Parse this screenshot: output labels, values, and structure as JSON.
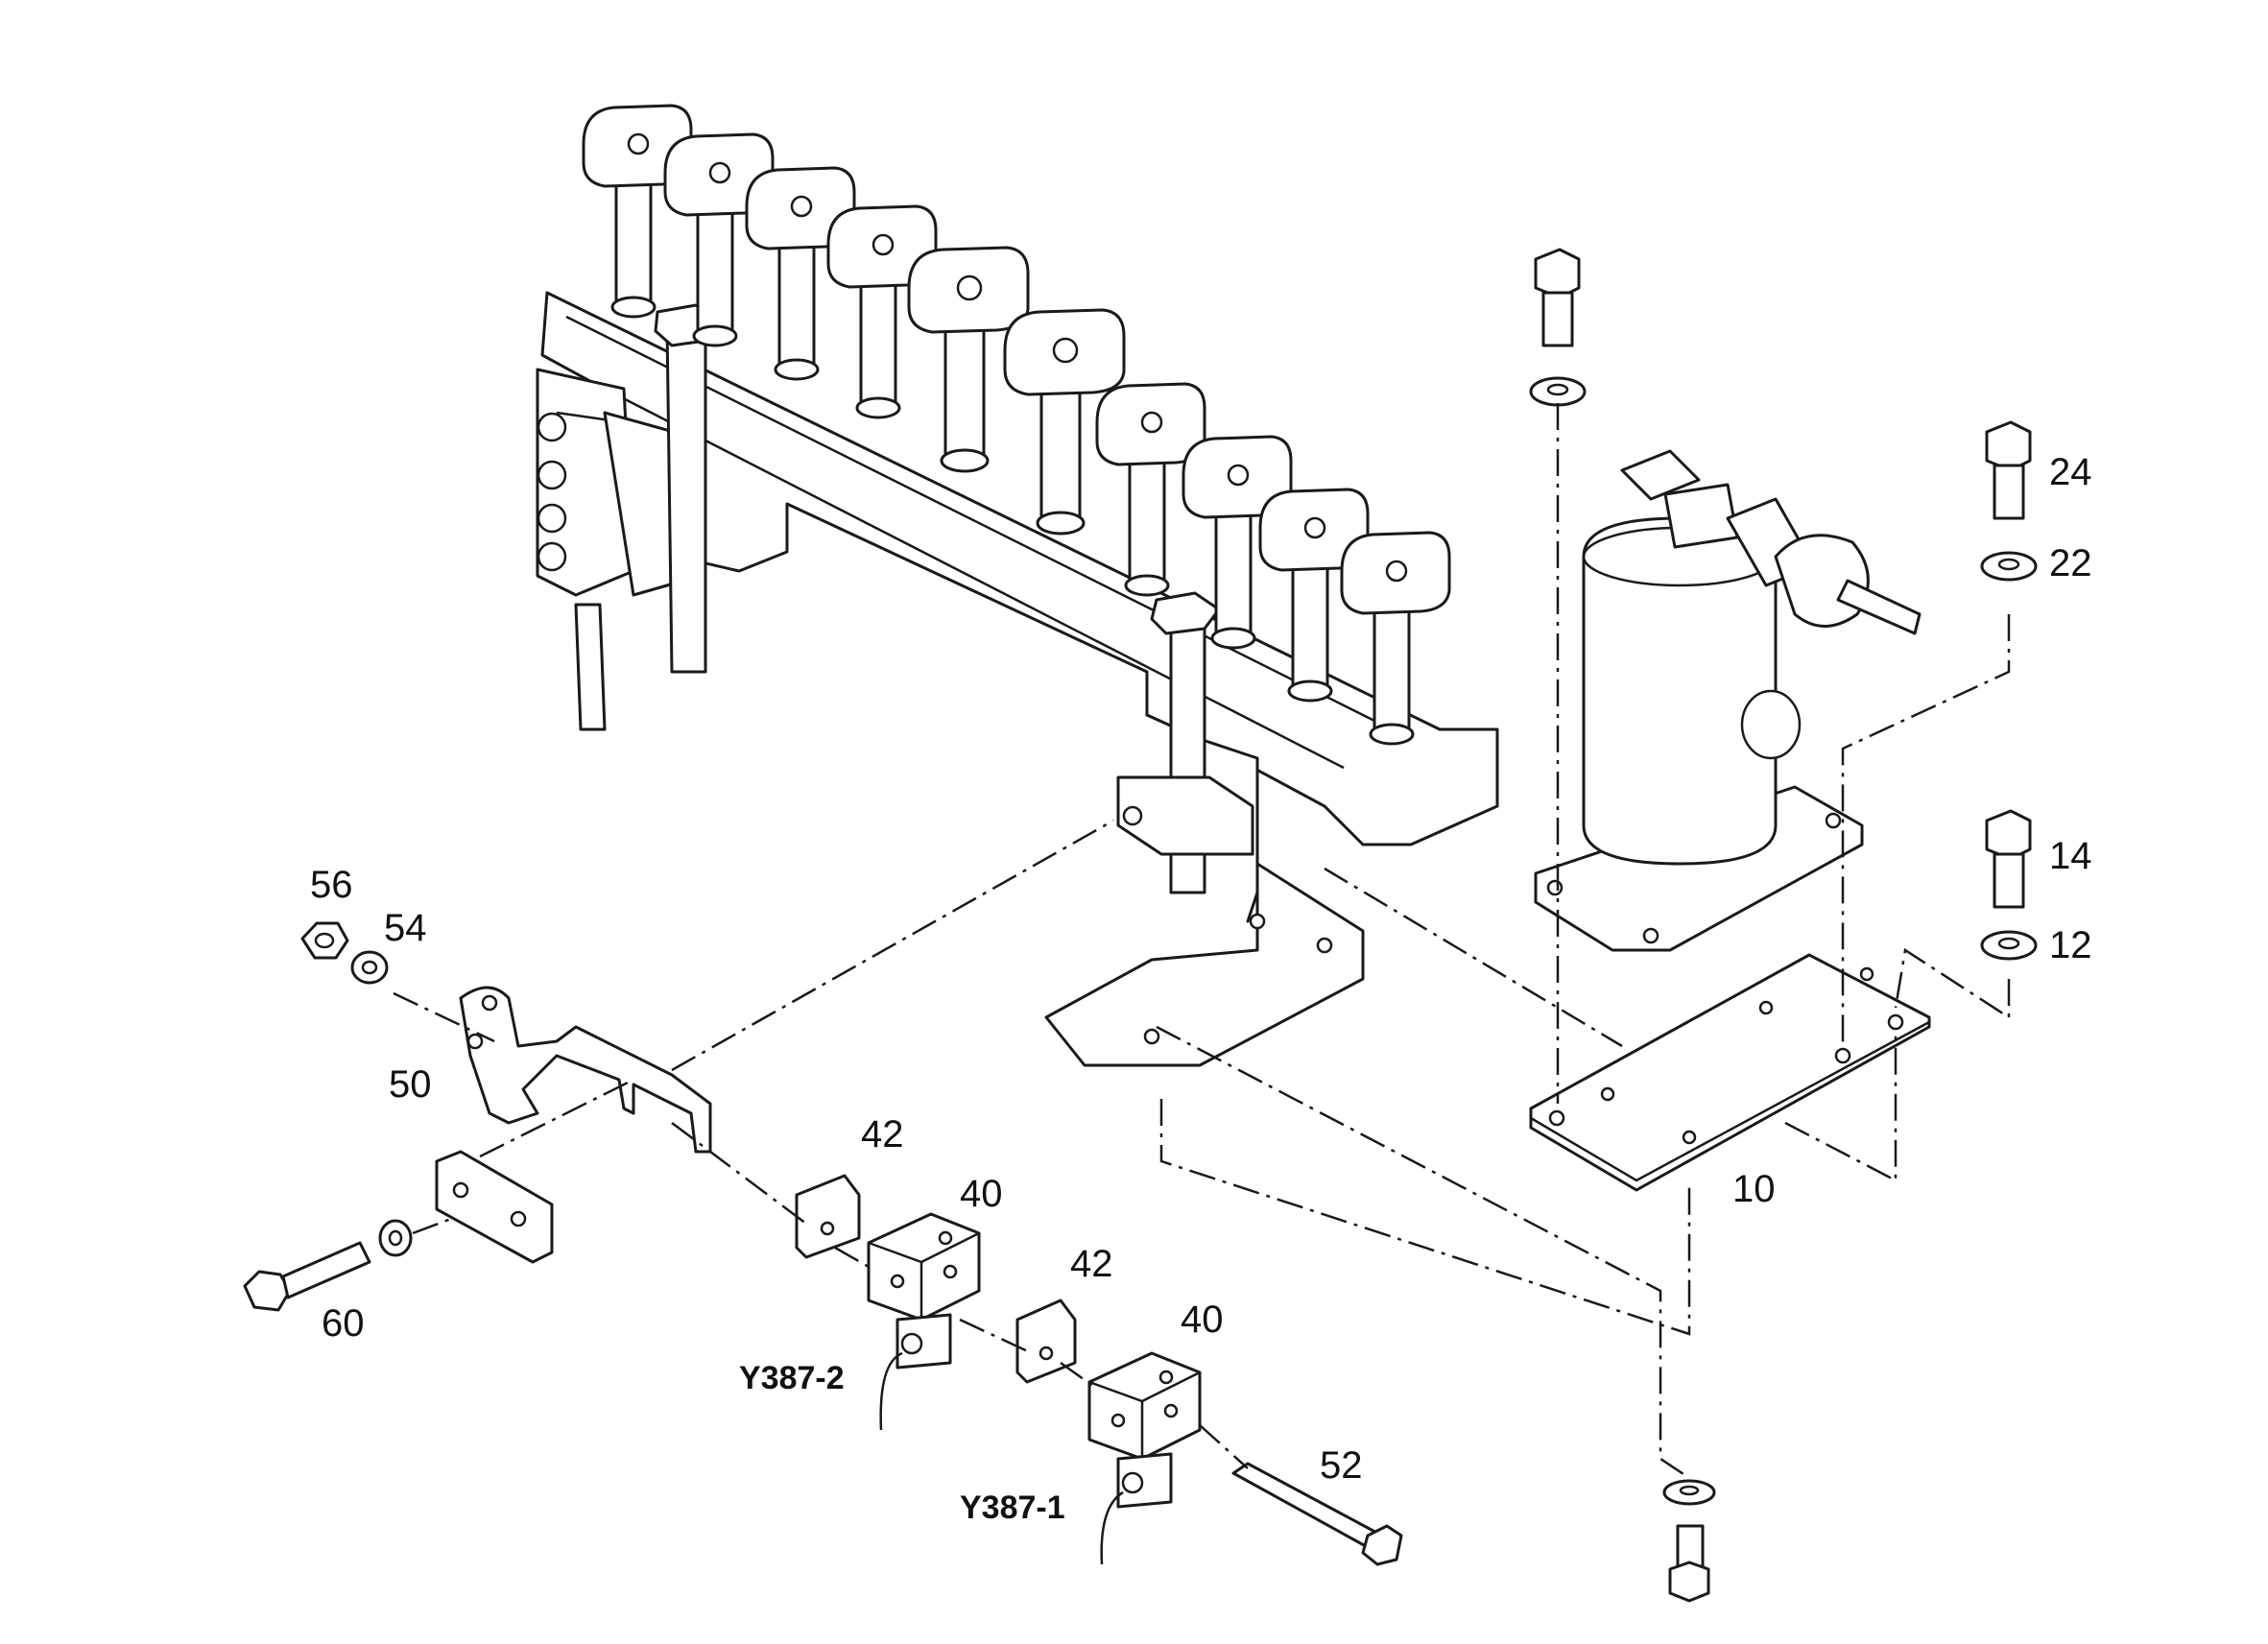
{
  "callouts": {
    "c56": "56",
    "c54": "54",
    "c50": "50",
    "c60": "60",
    "c42a": "42",
    "c40a": "40",
    "c42b": "42",
    "c40b": "40",
    "c52": "52",
    "c10": "10",
    "c24": "24",
    "c22": "22",
    "c14": "14",
    "c12": "12",
    "y387_2": "Y387-2",
    "y387_1": "Y387-1"
  }
}
